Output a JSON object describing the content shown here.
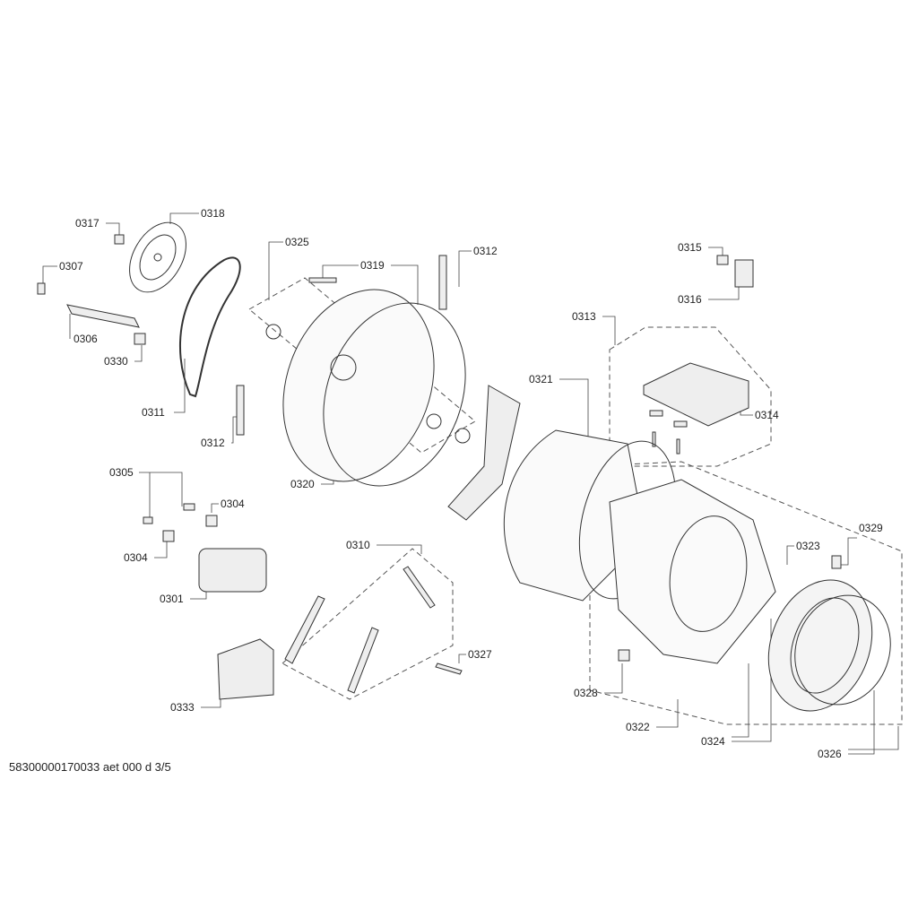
{
  "labels": [
    "0317",
    "0318",
    "0307",
    "0306",
    "0330",
    "0311",
    "0312",
    "0325",
    "0319",
    "0312",
    "0320",
    "0305",
    "0304",
    "0304",
    "0301",
    "0310",
    "0327",
    "0333",
    "0321",
    "0313",
    "0315",
    "0316",
    "0314",
    "0329",
    "0323",
    "0328",
    "0322",
    "0324",
    "0326"
  ],
  "footer": "58300000170033 aet 000 d 3/5"
}
